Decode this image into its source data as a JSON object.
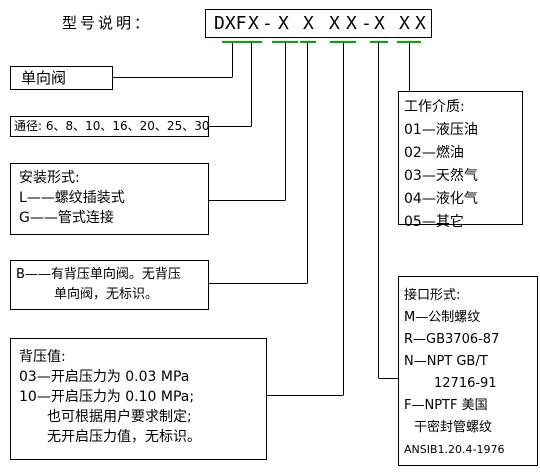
{
  "title_label": "型号说明：",
  "model_code": {
    "prefix": "DXF",
    "segments": [
      "X",
      "-",
      "X",
      "X",
      "X",
      "X",
      "-",
      "X",
      "X",
      "X"
    ],
    "underline_color": "#00aa00"
  },
  "boxes": {
    "valve_type": "单向阀",
    "bore": "通径: 6、8、10、16、20、25、30",
    "install": {
      "title": "安装形式:",
      "lines": [
        "L——螺纹插装式",
        "G——管式连接"
      ]
    },
    "back_pressure_type": {
      "lines": [
        "B——有背压单向阀。无背压",
        "单向阀，无标识。"
      ]
    },
    "back_pressure_value": {
      "title": "背压值:",
      "lines": [
        "03—开启压力为 0.03 MPa",
        "10—开启压力为 0.10 MPa;",
        "也可根据用户要求制定;",
        "无开启压力值，无标识。"
      ]
    },
    "medium": {
      "title": "工作介质:",
      "lines": [
        "01—液压油",
        "02—燃油",
        "03—天然气",
        "04—液化气",
        "05—其它"
      ]
    },
    "port": {
      "title": "接口形式:",
      "lines": [
        "M—公制螺纹",
        "R—GB3706-87",
        "N—NPT GB/T",
        "12716-91",
        "F—NPTF  美国",
        "干密封管螺纹",
        "ANSIB1.20.4-1976"
      ]
    }
  }
}
